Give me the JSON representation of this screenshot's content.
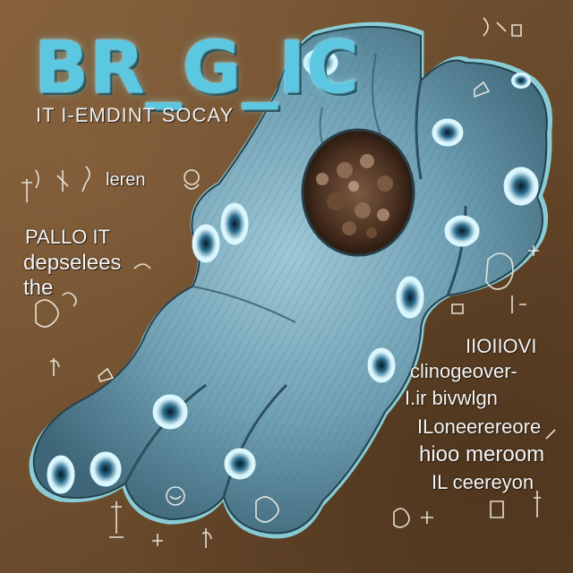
{
  "poster": {
    "title": "BR_G_IC",
    "subtitle": "IT I-EMDINT SOCAY",
    "left_lines": [
      "leren",
      "PALLO IT",
      "depselees",
      "the"
    ],
    "right_lines": [
      "IIOIIOVI",
      "clinogeover-",
      "I.ir bivwlgn",
      "ILoneerereore",
      "hioo meroom",
      "IL ceereyon"
    ]
  },
  "colors": {
    "background": "#6e4e2e",
    "hand": "#7fb2c6",
    "outline_glow": "#8fe3f2",
    "title": "#5cc7e0",
    "center_growth": "#5a3e2a",
    "text": "#f4f4f2"
  }
}
